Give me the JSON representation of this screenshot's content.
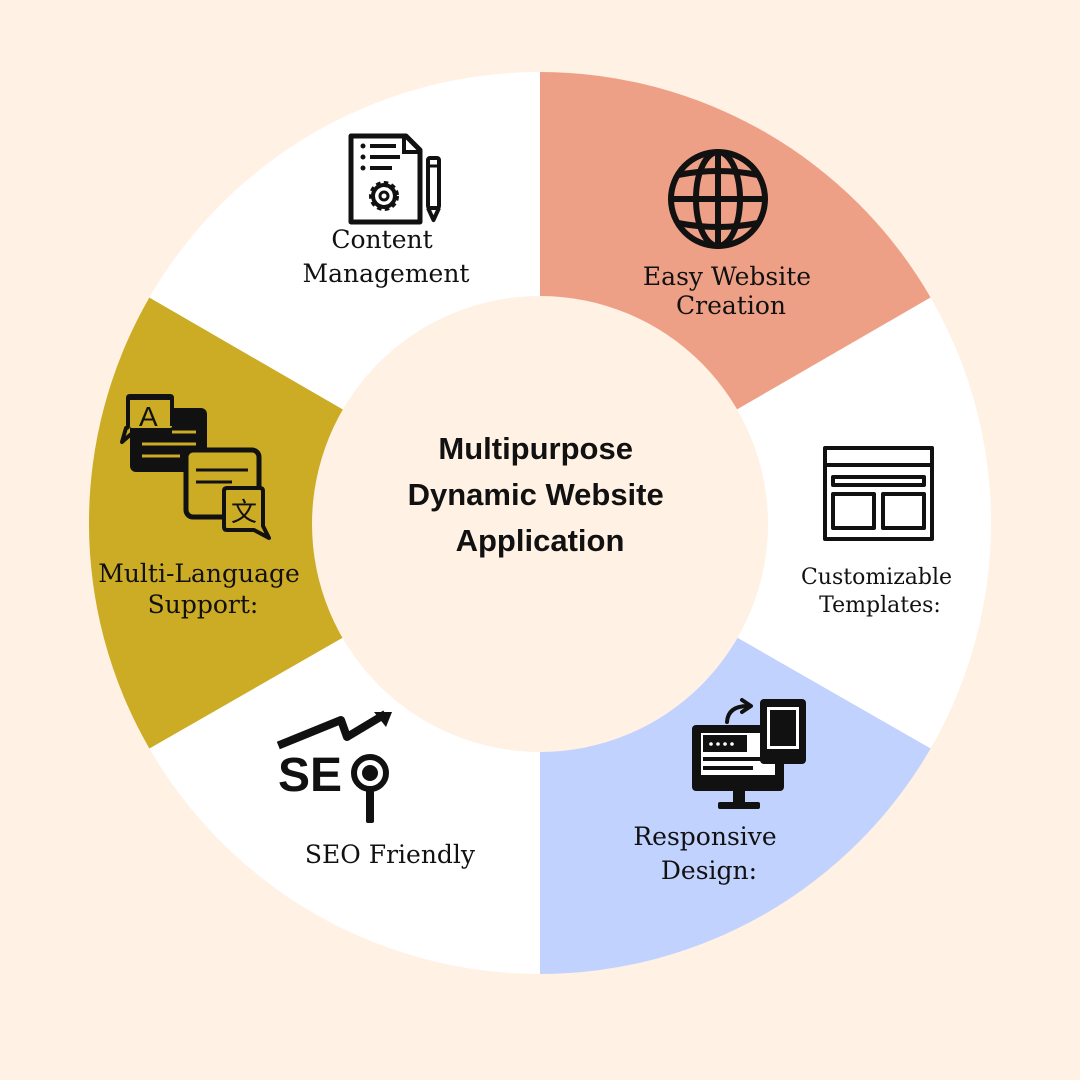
{
  "title_lines": [
    "Multipurpose",
    "Dynamic Website",
    "Application"
  ],
  "colors": {
    "background": "#fff1e4",
    "white": "#ffffff",
    "salmon": "#eea087",
    "blue": "#c2d2ff",
    "mustard": "#ccab25",
    "center": "#fff1e4"
  },
  "segments": [
    {
      "id": "easy-website-creation",
      "fill": "salmon",
      "icon": "globe-icon",
      "label_lines": [
        "Easy Website",
        "Creation"
      ]
    },
    {
      "id": "customizable-templates",
      "fill": "white",
      "icon": "template-layout-icon",
      "label_lines": [
        "Customizable",
        "Templates:"
      ]
    },
    {
      "id": "responsive-design",
      "fill": "blue",
      "icon": "responsive-devices-icon",
      "label_lines": [
        "Responsive",
        "Design:"
      ]
    },
    {
      "id": "seo-friendly",
      "fill": "white",
      "icon": "seo-icon",
      "label_lines": [
        "SEO Friendly"
      ]
    },
    {
      "id": "multi-language-support",
      "fill": "mustard",
      "icon": "translate-icon",
      "label_lines": [
        "Multi-Language",
        "Support:"
      ]
    },
    {
      "id": "content-management",
      "fill": "white",
      "icon": "content-management-icon",
      "label_lines": [
        "Content",
        "Management"
      ]
    }
  ]
}
